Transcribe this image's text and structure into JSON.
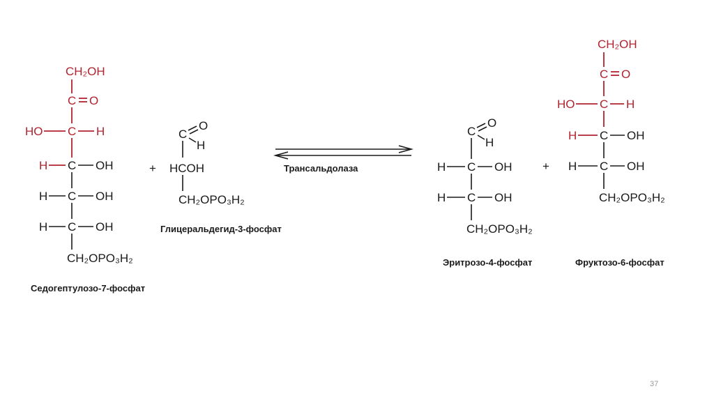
{
  "colors": {
    "red": "#b0232f",
    "black": "#1a1a1a"
  },
  "glyphs": {
    "ch2oh": "CH₂OH",
    "c": "C",
    "o": "O",
    "h": "H",
    "oh": "OH",
    "ho": "HO",
    "hcoh": "HCOH",
    "ch2opo3h2": "CH₂OPO₃H₂",
    "plus": "+"
  },
  "labels": {
    "sedoheptulose": "Седогептулозо-7-фосфат",
    "glyceraldehyde": "Глицеральдегид-3-фосфат",
    "enzyme": "Трансальдолаза",
    "erythrose": "Эритрозо-4-фосфат",
    "fructose": "Фруктозо-6-фосфат"
  },
  "page_number": "37"
}
